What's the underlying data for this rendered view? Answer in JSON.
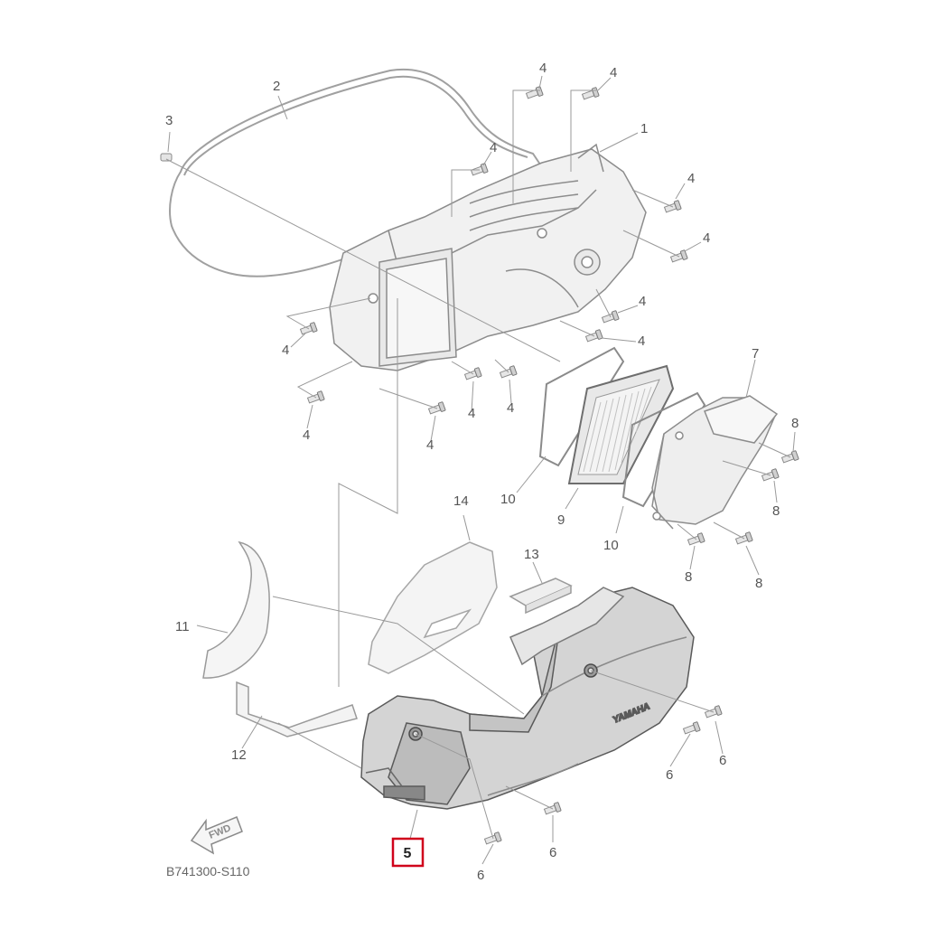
{
  "diagram": {
    "code": "B741300-S110",
    "fwd_label": "FWD",
    "brand_mark": "YAMAHA",
    "highlight_color": "#d0021b",
    "line_color": "#9a9a9a",
    "callouts": {
      "c1": "1",
      "c2": "2",
      "c3": "3",
      "c4": "4",
      "c5": "5",
      "c6": "6",
      "c7": "7",
      "c8": "8",
      "c9": "9",
      "c10": "10",
      "c11": "11",
      "c12": "12",
      "c13": "13",
      "c14": "14"
    },
    "highlighted_part": "5"
  }
}
